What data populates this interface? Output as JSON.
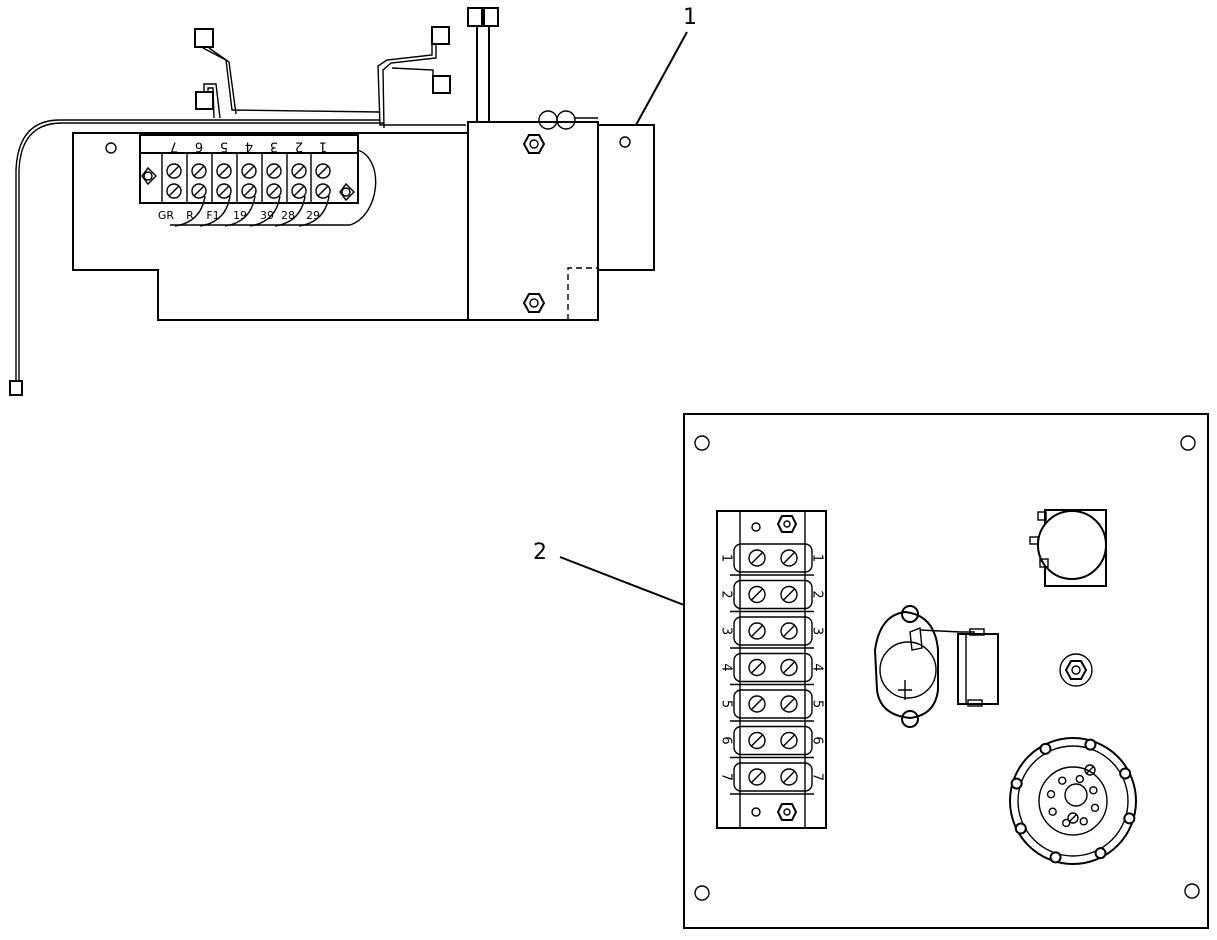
{
  "callouts": {
    "one": "1",
    "two": "2"
  },
  "assembly_1": {
    "top_terminal_numbers": [
      "7",
      "6",
      "5",
      "4",
      "3",
      "2",
      "1"
    ],
    "wire_labels": [
      "GR",
      "R",
      "F1",
      "19",
      "39",
      "28",
      "29"
    ]
  },
  "assembly_2": {
    "terminal_numbers_left": [
      "1",
      "2",
      "3",
      "4",
      "5",
      "6",
      "7"
    ],
    "terminal_numbers_right": [
      "1",
      "2",
      "3",
      "4",
      "5",
      "6",
      "7"
    ]
  },
  "colors": {
    "line": "#000000",
    "background": "#ffffff"
  }
}
